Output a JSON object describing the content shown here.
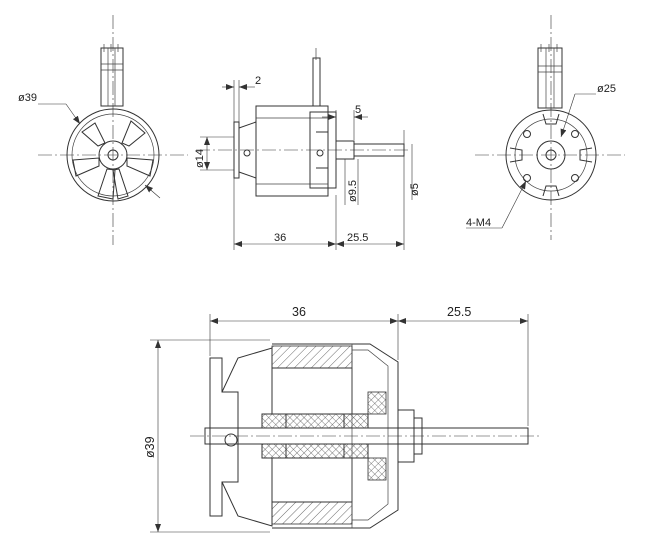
{
  "labels": {
    "front_diameter": "ø39",
    "flange_thickness": "2",
    "shaft_length_small": "5",
    "side_diameter_14": "ø14",
    "side_diameter_9_5": "ø9.5",
    "shaft_diameter_5": "ø5",
    "side_length_36": "36",
    "side_shaft_25_5": "25.5",
    "rear_diameter_25": "ø25",
    "rear_holes": "4-M4",
    "section_length_36": "36",
    "section_shaft_25_5": "25.5",
    "section_diameter_39": "ø39"
  }
}
